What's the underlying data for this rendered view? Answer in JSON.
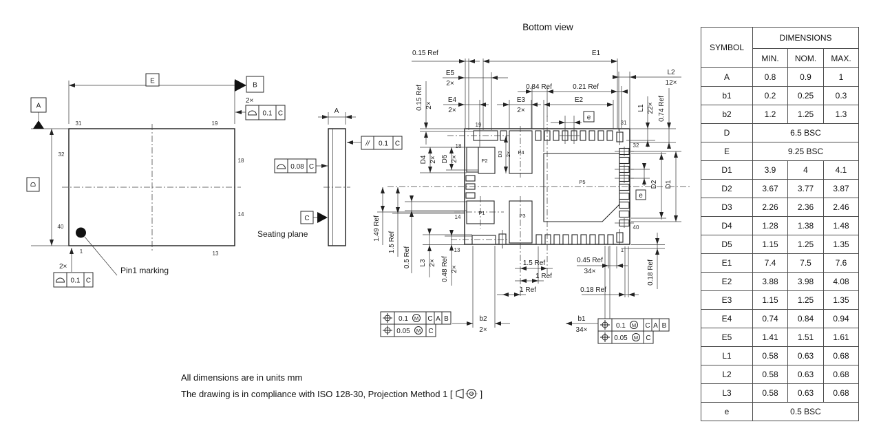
{
  "title": "Bottom view",
  "notes": {
    "line1": "All dimensions are in units mm",
    "line2_prefix": "The drawing is in compliance with ISO 128-30, Projection Method 1 [",
    "line2_suffix": "]"
  },
  "symbols": {
    "position": "⌖",
    "profile_surface": "⌓",
    "parallelism": "//",
    "max_material": "M"
  },
  "top_view": {
    "dim_e": "E",
    "dim_d": "D",
    "datum_a": "A",
    "datum_b": "B",
    "qty_top": "2×",
    "fcf_top": {
      "val": "0.1",
      "datum": "C"
    },
    "qty_bottom": "2×",
    "fcf_bottom": {
      "val": "0.1",
      "datum": "C"
    },
    "pin1_label": "Pin1 marking",
    "pins": {
      "n31": "31",
      "n19": "19",
      "n32": "32",
      "n18": "18",
      "n14": "14",
      "n40": "40",
      "n1": "1",
      "n13": "13"
    }
  },
  "side_view": {
    "dim_a": "A",
    "seating": "Seating plane",
    "datum_c": "C",
    "fcf_parallel": {
      "sym": "//",
      "val": "0.1",
      "datum": "C"
    },
    "fcf_profile": {
      "val": "0.08",
      "datum": "C"
    }
  },
  "bottom_view": {
    "pads": {
      "p1": "P1",
      "p2": "P2",
      "p3": "P3",
      "p4": "P4",
      "p5": "P5"
    },
    "pins": {
      "n19": "19",
      "n31": "31",
      "n18": "18",
      "n32": "32",
      "n14": "14",
      "n40": "40",
      "n13": "13",
      "n1": "1"
    },
    "dims": {
      "ref015h": "0.15 Ref",
      "e1": "E1",
      "e5": "E5",
      "e5q": "2×",
      "l2": "L2",
      "l2q": "12×",
      "ref015v": "0.15 Ref",
      "ref015vq": "2×",
      "ref084": "0.84 Ref",
      "ref021": "0.21 Ref",
      "e4": "E4",
      "e4q": "2×",
      "e3": "E3",
      "e3q": "2×",
      "e2": "E2",
      "e_top": "e",
      "l1": "L1",
      "l1q": "22×",
      "ref074": "0.74 Ref",
      "d4": "D4",
      "d4q": "2×",
      "d5": "D5",
      "d5q": "2×",
      "d3": "D3",
      "d3q": "2×",
      "d2": "D2",
      "d1": "D1",
      "e_right": "e",
      "ref149": "1.49 Ref",
      "ref15_left": "1.5 Ref",
      "ref05": "0.5 Ref",
      "l3": "L3",
      "l3q": "2×",
      "ref048": "0.48 Ref",
      "ref048q": "2×",
      "ref15_bottom": "1.5 Ref",
      "ref1_a": "1 Ref",
      "ref1_b": "1 Ref",
      "ref045": "0.45 Ref",
      "ref045q": "34×",
      "ref018_bottom": "0.18 Ref",
      "ref018_right": "0.18 Ref",
      "b2": "b2",
      "b2q": "2×",
      "b1": "b1",
      "b1q": "34×"
    },
    "fcf_left": {
      "r1_val": "0.1",
      "r1_d1": "C",
      "r1_d2": "A",
      "r1_d3": "B",
      "r2_val": "0.05",
      "r2_d1": "C"
    },
    "fcf_right": {
      "r1_val": "0.1",
      "r1_d1": "C",
      "r1_d2": "A",
      "r1_d3": "B",
      "r2_val": "0.05",
      "r2_d1": "C"
    }
  },
  "table": {
    "header": {
      "symbol": "SYMBOL",
      "dimensions": "DIMENSIONS",
      "min": "MIN.",
      "nom": "NOM.",
      "max": "MAX."
    },
    "rows": [
      {
        "sym": "A",
        "min": "0.8",
        "nom": "0.9",
        "max": "1"
      },
      {
        "sym": "b1",
        "min": "0.2",
        "nom": "0.25",
        "max": "0.3"
      },
      {
        "sym": "b2",
        "min": "1.2",
        "nom": "1.25",
        "max": "1.3"
      },
      {
        "sym": "D",
        "span": "6.5 BSC"
      },
      {
        "sym": "E",
        "span": "9.25 BSC"
      },
      {
        "sym": "D1",
        "min": "3.9",
        "nom": "4",
        "max": "4.1"
      },
      {
        "sym": "D2",
        "min": "3.67",
        "nom": "3.77",
        "max": "3.87"
      },
      {
        "sym": "D3",
        "min": "2.26",
        "nom": "2.36",
        "max": "2.46"
      },
      {
        "sym": "D4",
        "min": "1.28",
        "nom": "1.38",
        "max": "1.48"
      },
      {
        "sym": "D5",
        "min": "1.15",
        "nom": "1.25",
        "max": "1.35"
      },
      {
        "sym": "E1",
        "min": "7.4",
        "nom": "7.5",
        "max": "7.6"
      },
      {
        "sym": "E2",
        "min": "3.88",
        "nom": "3.98",
        "max": "4.08"
      },
      {
        "sym": "E3",
        "min": "1.15",
        "nom": "1.25",
        "max": "1.35"
      },
      {
        "sym": "E4",
        "min": "0.74",
        "nom": "0.84",
        "max": "0.94"
      },
      {
        "sym": "E5",
        "min": "1.41",
        "nom": "1.51",
        "max": "1.61"
      },
      {
        "sym": "L1",
        "min": "0.58",
        "nom": "0.63",
        "max": "0.68"
      },
      {
        "sym": "L2",
        "min": "0.58",
        "nom": "0.63",
        "max": "0.68"
      },
      {
        "sym": "L3",
        "min": "0.58",
        "nom": "0.63",
        "max": "0.68"
      },
      {
        "sym": "e",
        "span": "0.5 BSC"
      }
    ]
  }
}
